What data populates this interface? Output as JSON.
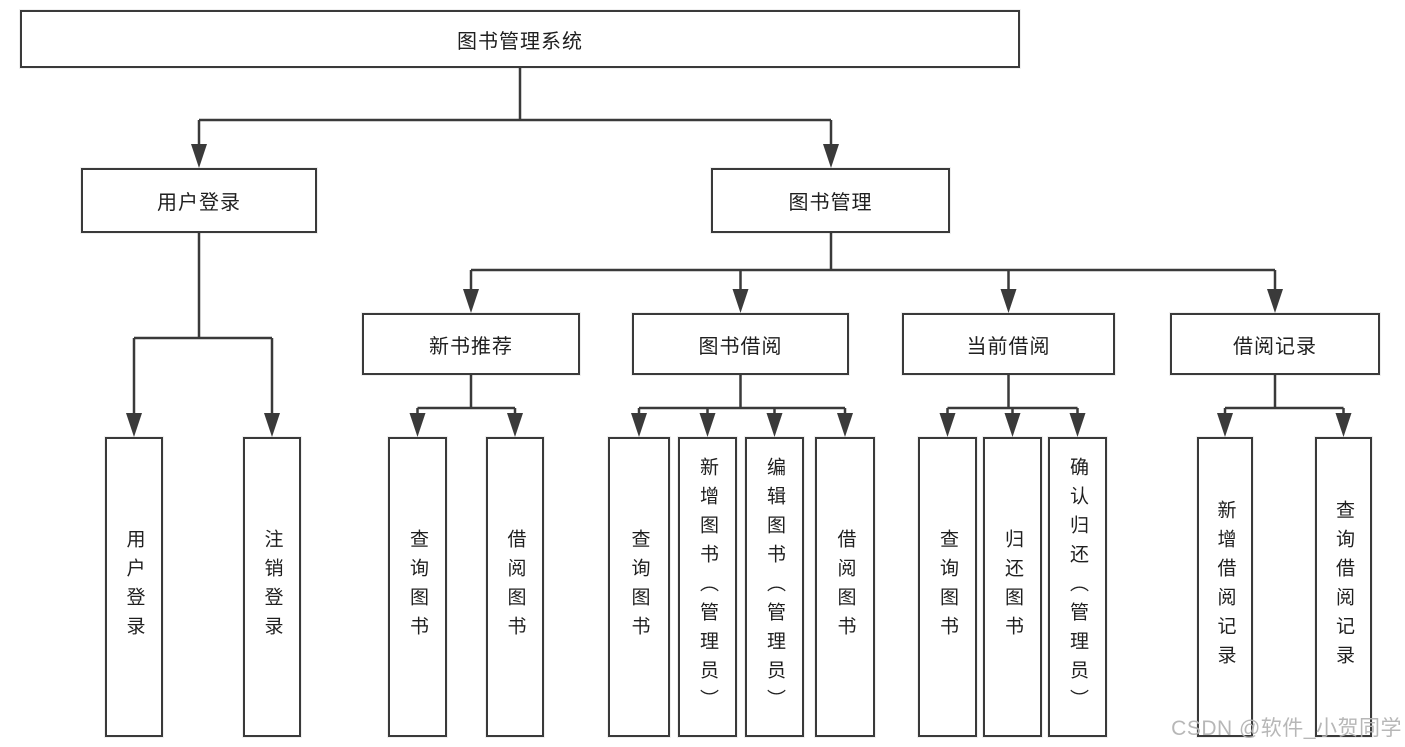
{
  "colors": {
    "line": "#3a3a3a",
    "text": "#1f1f1f",
    "background": "#ffffff",
    "watermark": "#b4b4b4"
  },
  "watermark": "CSDN @软件_小贺同学",
  "tree": {
    "root": "图书管理系统",
    "branches": [
      {
        "label": "用户登录",
        "children": [
          "用户登录",
          "注销登录"
        ]
      },
      {
        "label": "图书管理",
        "children": [
          {
            "label": "新书推荐",
            "children": [
              "查询图书",
              "借阅图书"
            ]
          },
          {
            "label": "图书借阅",
            "children": [
              "查询图书",
              "新增图书（管理员）",
              "编辑图书（管理员）",
              "借阅图书"
            ]
          },
          {
            "label": "当前借阅",
            "children": [
              "查询图书",
              "归还图书",
              "确认归还（管理员）"
            ]
          },
          {
            "label": "借阅记录",
            "children": [
              "新增借阅记录",
              "查询借阅记录"
            ]
          }
        ]
      }
    ]
  }
}
